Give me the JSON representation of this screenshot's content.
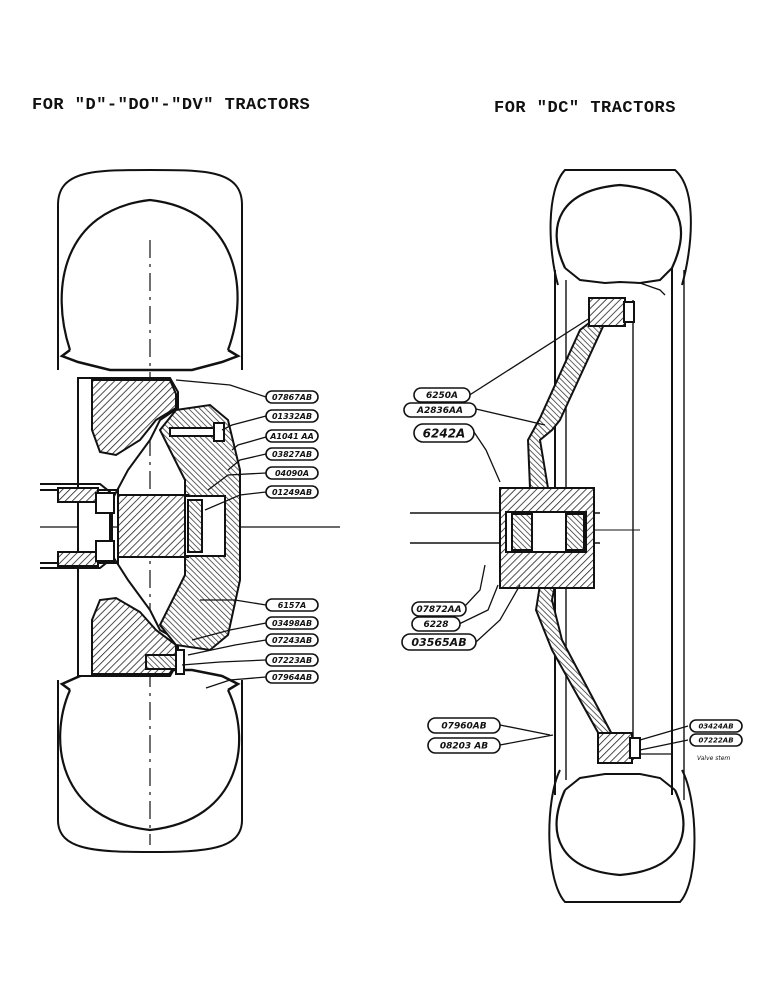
{
  "left_panel": {
    "heading": "FOR \"D\"-\"DO\"-\"DV\" TRACTORS",
    "part_labels": [
      "07867AB",
      "01332AB",
      "A1041 AA",
      "03827AB",
      "04090A",
      "01249AB",
      "6157A",
      "03498AB",
      "07243AB",
      "07223AB",
      "07964AB"
    ]
  },
  "right_panel": {
    "heading": "FOR \"DC\" TRACTORS",
    "part_labels": [
      "6250A",
      "A2836AA",
      "6242A",
      "07872AA",
      "6228",
      "03565AB",
      "07960AB",
      "08203 AB",
      "03424AB",
      "07222AB"
    ],
    "note": "Valve stem"
  },
  "colors": {
    "ink": "#111111",
    "paper": "#ffffff",
    "hatch": "#222222"
  }
}
